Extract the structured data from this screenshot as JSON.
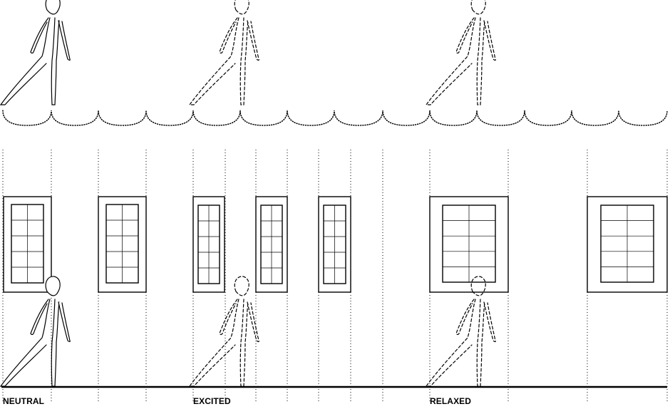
{
  "captions": {
    "neutral": "NEUTRAL",
    "excited": "EXCITED",
    "relaxed": "RELAXED"
  },
  "colors": {
    "ink": "#000000",
    "background": "#ffffff"
  }
}
